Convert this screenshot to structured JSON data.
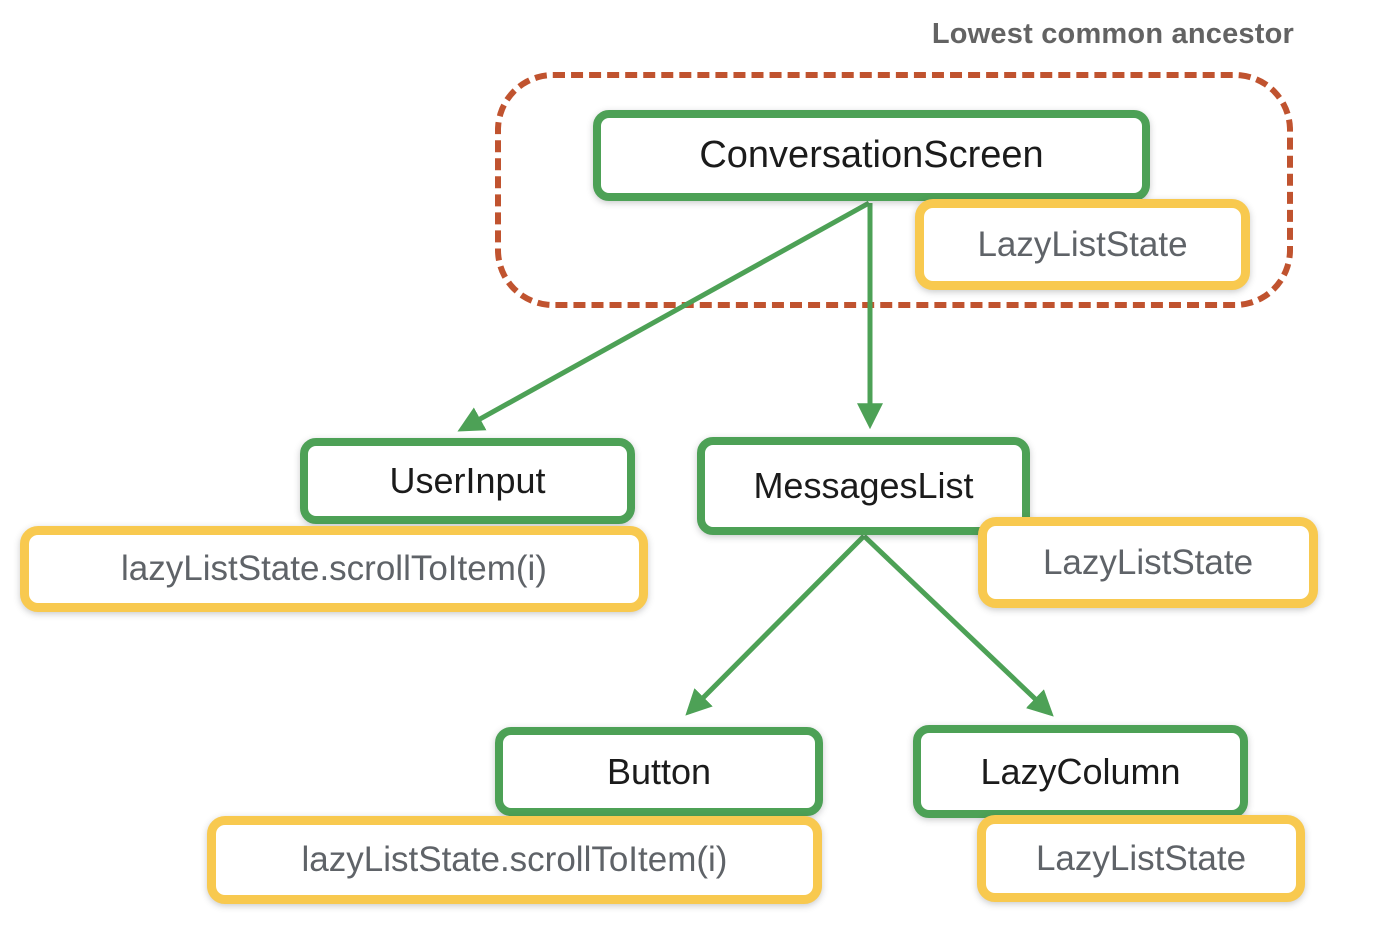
{
  "annotation": {
    "lowest_common_ancestor_label": "Lowest common ancestor"
  },
  "colors": {
    "node_border_green": "#4da156",
    "state_border_yellow": "#f8c94f",
    "ancestor_outline_orange": "#c0532f",
    "node_text": "#1b1b1b",
    "state_text": "#5f6368",
    "annotation_text": "#636363"
  },
  "nodes": {
    "conversation_screen": {
      "label": "ConversationScreen"
    },
    "user_input": {
      "label": "UserInput"
    },
    "messages_list": {
      "label": "MessagesList"
    },
    "button": {
      "label": "Button"
    },
    "lazy_column": {
      "label": "LazyColumn"
    }
  },
  "states": {
    "conversation_screen_state": {
      "label": "LazyListState"
    },
    "user_input_call": {
      "label": "lazyListState.scrollToItem(i)"
    },
    "messages_list_state": {
      "label": "LazyListState"
    },
    "button_call": {
      "label": "lazyListState.scrollToItem(i)"
    },
    "lazy_column_state": {
      "label": "LazyListState"
    }
  },
  "edges": [
    {
      "from": "conversation_screen",
      "to": "user_input"
    },
    {
      "from": "conversation_screen",
      "to": "messages_list"
    },
    {
      "from": "messages_list",
      "to": "button"
    },
    {
      "from": "messages_list",
      "to": "lazy_column"
    }
  ]
}
